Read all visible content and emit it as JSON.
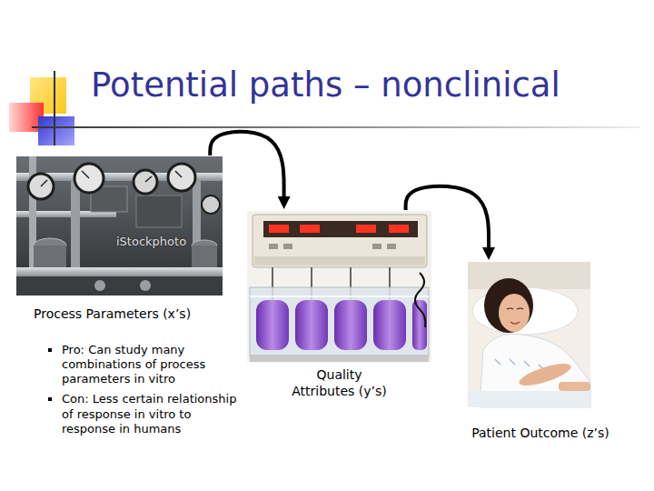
{
  "diagram": {
    "title": "Potential paths – nonclinical",
    "nodes": [
      {
        "text": [
          "Process Parameters (x’s)",
          "Pro: Can study many combinations of process parameters in vitro",
          "Con: Less certain relationship of response in vitro to response in humans"
        ]
      },
      {
        "text": [
          "Quality Attributes (y’s)"
        ]
      },
      {
        "text": [
          "Patient Outcome (z’s)"
        ]
      }
    ],
    "edges": [
      {
        "from": 0,
        "to": 1,
        "arrow": "to"
      },
      {
        "from": 1,
        "to": 2,
        "arrow": "to"
      }
    ],
    "labels": [
      "iStockphoto"
    ]
  }
}
